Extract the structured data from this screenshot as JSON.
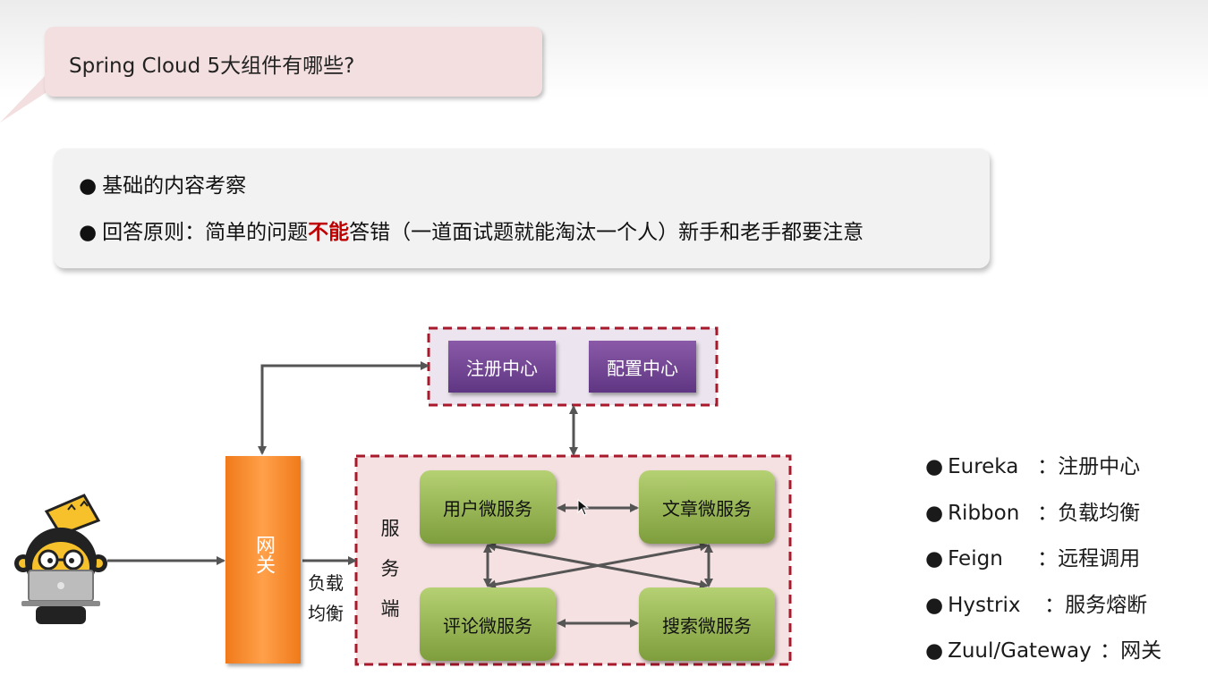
{
  "title": "Spring Cloud 5大组件有哪些?",
  "notes": {
    "line1": "基础的内容考察",
    "line2_pre": "回答原则：简单的问题",
    "line2_em": "不能",
    "line2_post": "答错（一道面试题就能淘汰一个人）新手和老手都要注意"
  },
  "diagram": {
    "registry": "注册中心",
    "config": "配置中心",
    "gateway": "网关",
    "load_balance": "负载均衡",
    "server_side": "服务端",
    "services": {
      "user": "用户微服务",
      "article": "文章微服务",
      "comment": "评论微服务",
      "search": "搜索微服务"
    }
  },
  "legend": [
    {
      "name": "Eureka",
      "desc": "：注册中心"
    },
    {
      "name": "Ribbon",
      "desc": "：负载均衡"
    },
    {
      "name": "Feign",
      "desc": "：远程调用"
    },
    {
      "name": "Hystrix",
      "desc": "：服务熔断"
    },
    {
      "name": "Zuul/Gateway",
      "desc": "：网关"
    }
  ],
  "colors": {
    "accent_red": "#c00000",
    "purple": "#6b3f8f",
    "green": "#9bbb59",
    "orange": "#f58220"
  }
}
